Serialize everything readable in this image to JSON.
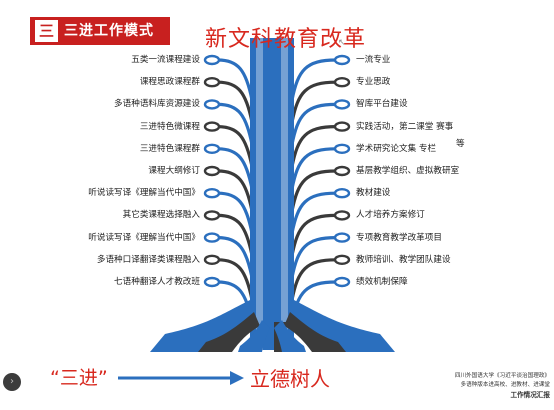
{
  "header": {
    "number": "三",
    "title": "三进工作模式"
  },
  "main_title": "新文科教育改革",
  "left_items": [
    "五类一流课程建设",
    "课程思政课程群",
    "多语种语料库资源建设",
    "三进特色微课程",
    "三进特色课程群",
    "课程大纲修订",
    "听说读写译《理解当代中国》",
    "其它类课程选择融入",
    "听说读写译《理解当代中国》",
    "多语种口译翻译类课程融入",
    "七语种翻译人才教改班"
  ],
  "right_items": [
    "一流专业",
    "专业思政",
    "智库平台建设",
    "实践活动，第二课堂 赛事",
    "学术研究论文集 专栏",
    "基层教学组织、虚拟教研室",
    "教材建设",
    "人才培养方案修订",
    "专项教育教学改革项目",
    "教师培训、教学团队建设",
    "绩效机制保障"
  ],
  "right_extra": "等",
  "bottom_left": "“三进”",
  "bottom_right": "立德树人",
  "footer": {
    "line1": "四川外国语大学《习近平谈治国理政》",
    "line2": "多语种版本进高校、进教材、进课堂",
    "line3": "工作情况汇报"
  },
  "colors": {
    "accent_red": "#c8201f",
    "title_red": "#d8281e",
    "trunk_blue": "#2b6fbe",
    "branch_dark": "#3a3a3a",
    "node_blue": "#2b6fbe"
  },
  "icons": {
    "nav": "chevron-right-icon",
    "arrow": "arrow-right-icon"
  }
}
